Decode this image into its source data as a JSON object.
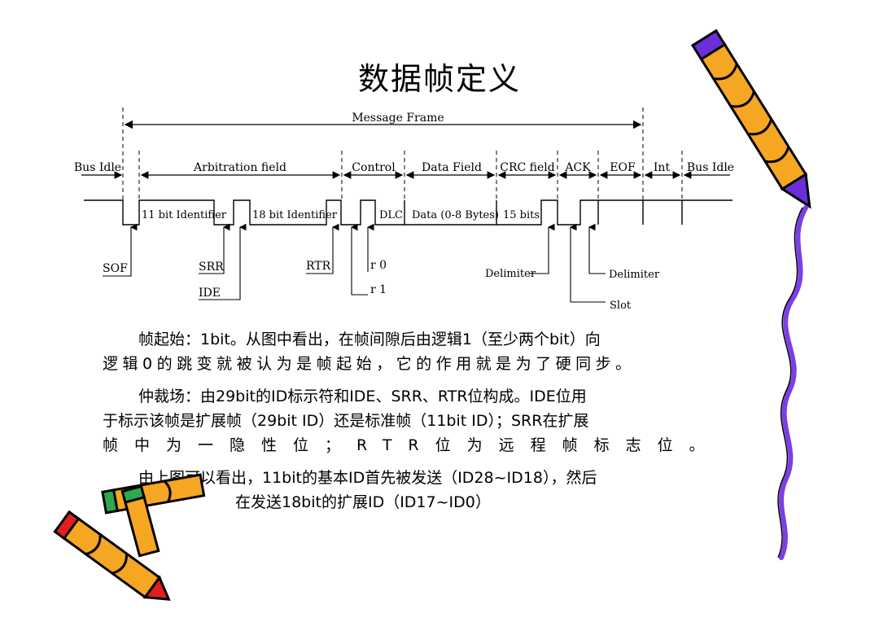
{
  "title": "数据帧定义",
  "diagram": {
    "message_frame": "Message Frame",
    "fields": {
      "bus_idle_left": "Bus Idle",
      "arbitration": "Arbitration field",
      "control": "Control",
      "data_field": "Data Field",
      "crc_field": "CRC field",
      "ack": "ACK",
      "eof": "EOF",
      "int": "Int",
      "bus_idle_right": "Bus Idle"
    },
    "boxes": {
      "id11": "11 bit Identifier",
      "id18": "18 bit Identifier",
      "dlc": "DLC",
      "data": "Data (0-8 Bytes)",
      "crc": "15 bits"
    },
    "labels": {
      "sof": "SOF",
      "srr": "SRR",
      "ide": "IDE",
      "rtr": "RTR",
      "r0": "r 0",
      "r1": "r 1",
      "delimiter1": "Delimiter",
      "delimiter2": "Delimiter",
      "slot": "Slot"
    }
  },
  "paragraphs": {
    "p1_line1": "帧起始：1bit。从图中看出，在帧间隙后由逻辑1（至少两个bit）向",
    "p1_line2": "逻辑0的跳变就被认为是帧起始，它的作用就是为了硬同步。",
    "p2_line1": "仲裁场：由29bit的ID标示符和IDE、SRR、RTR位构成。IDE位用",
    "p2_line2": "于标示该帧是扩展帧（29bit ID）还是标准帧（11bit ID）；SRR在扩展",
    "p2_line3": "帧中为一隐性位；RTR位为远程帧标志位。",
    "p3_line1": "由上图可以看出，11bit的基本ID首先被发送（ID28~ID18），然后",
    "p3_line2": "在发送18bit的扩展ID（ID17~ID0）"
  },
  "colors": {
    "pencil_body": "#F5A623",
    "pencil_cap": "#6A2FD8",
    "squiggle": "#7B3FE4",
    "crayon_red": "#E02020",
    "crayon_green": "#2FA84F"
  },
  "icons": [
    "pencil-icon",
    "crayons-icon",
    "squiggle-decoration"
  ]
}
